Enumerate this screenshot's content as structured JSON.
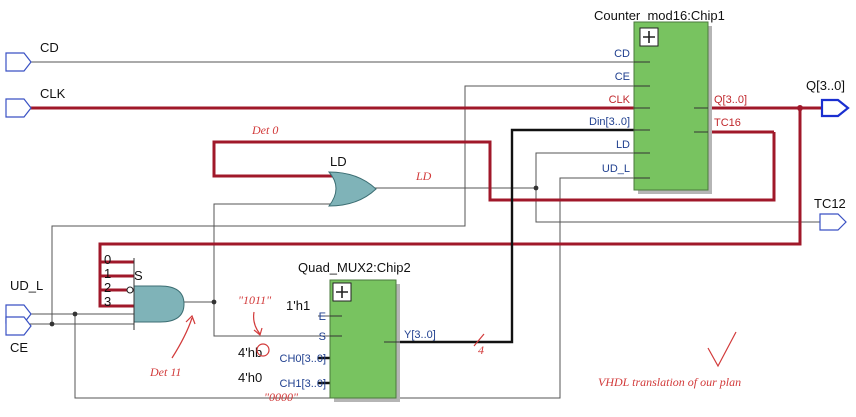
{
  "inputs": {
    "cd": "CD",
    "clk": "CLK",
    "ud_l": "UD_L",
    "ce": "CE"
  },
  "outputs": {
    "q": "Q[3..0]",
    "tc12": "TC12"
  },
  "counter": {
    "title": "Counter_mod16:Chip1",
    "pins": {
      "cd": "CD",
      "ce": "CE",
      "clk": "CLK",
      "din": "Din[3..0]",
      "ld": "LD",
      "ud_l": "UD_L",
      "q": "Q[3..0]",
      "tc16": "TC16"
    }
  },
  "mux": {
    "title": "Quad_MUX2:Chip2",
    "pins": {
      "e": "E",
      "s": "S",
      "ch0": "CH0[3..0]",
      "ch1": "CH1[3..0]",
      "y": "Y[3..0]"
    },
    "constants": {
      "e": "1'h1",
      "ch0": "4'hb",
      "ch1": "4'h0"
    }
  },
  "gates": {
    "or_label": "LD",
    "and_label": "S",
    "and_bits": [
      "0",
      "1",
      "2",
      "3"
    ]
  },
  "annotations": {
    "det0": "Det 0",
    "ld": "LD",
    "bits_1011": "\"1011\"",
    "det11": "Det 11",
    "bits_0000": "\"0000\"",
    "bus_width": "4",
    "vhdl_note": "VHDL translation of our plan"
  },
  "colors": {
    "block_fill": "#78c360",
    "gate_fill": "#7fb3b8",
    "red_bus": "#a0182a",
    "port_outline": "#3a52c4",
    "handwriting": "#d23a3a"
  }
}
